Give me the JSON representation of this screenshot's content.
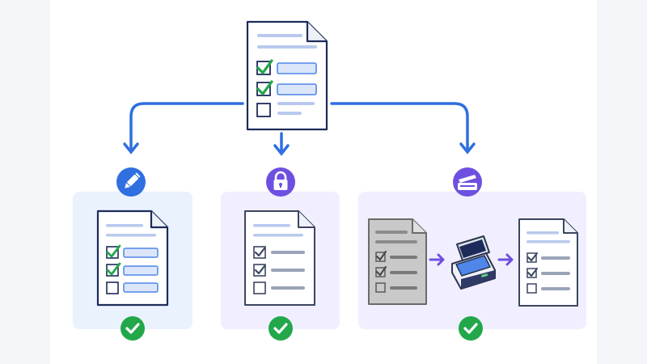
{
  "diagram": {
    "colors": {
      "page_bg": "#ffffff",
      "outer_bg": "#f4f5f8",
      "connector": "#2f6fe0",
      "doc_outline": "#1d2b5a",
      "check_green": "#22a84a",
      "field_fill": "#dbe6fb",
      "field_stroke": "#4f86ea",
      "text_line": "#b9c9ee",
      "panel_blue": "#eaf2fe",
      "panel_lavender": "#f1efff",
      "badge_blue": "#2f6fe0",
      "badge_purple": "#6f4fe0",
      "process_arrow": "#6f4fe0",
      "scanned_paper": "#c9c9c9"
    },
    "source_document": {
      "icon": "fillable-form-document",
      "checkboxes": [
        true,
        true,
        false
      ]
    },
    "branches": [
      {
        "id": "fillable",
        "badge_icon": "pencil-icon",
        "document": "fillable-form-document",
        "checkboxes": [
          true,
          true,
          false
        ],
        "result_icon": "check-circle-icon"
      },
      {
        "id": "flattened",
        "badge_icon": "lock-icon",
        "document": "flattened-form-document",
        "checkboxes": [
          true,
          true,
          false
        ],
        "result_icon": "check-circle-icon"
      },
      {
        "id": "scanned",
        "badge_icon": "scanner-icon",
        "steps": [
          "scanned-paper-form",
          "flatbed-scanner",
          "digital-form-document"
        ],
        "checkboxes": [
          true,
          true,
          false
        ],
        "result_icon": "check-circle-icon"
      }
    ]
  }
}
